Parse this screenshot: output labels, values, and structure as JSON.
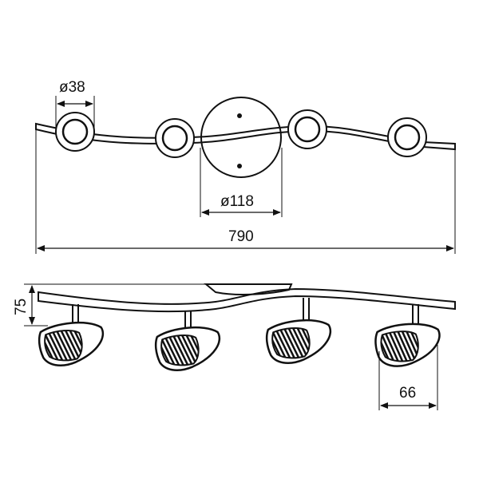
{
  "dimensions": {
    "spot_diameter": "ø38",
    "base_diameter": "ø118",
    "total_length": "790",
    "height": "75",
    "spot_length": "66"
  }
}
